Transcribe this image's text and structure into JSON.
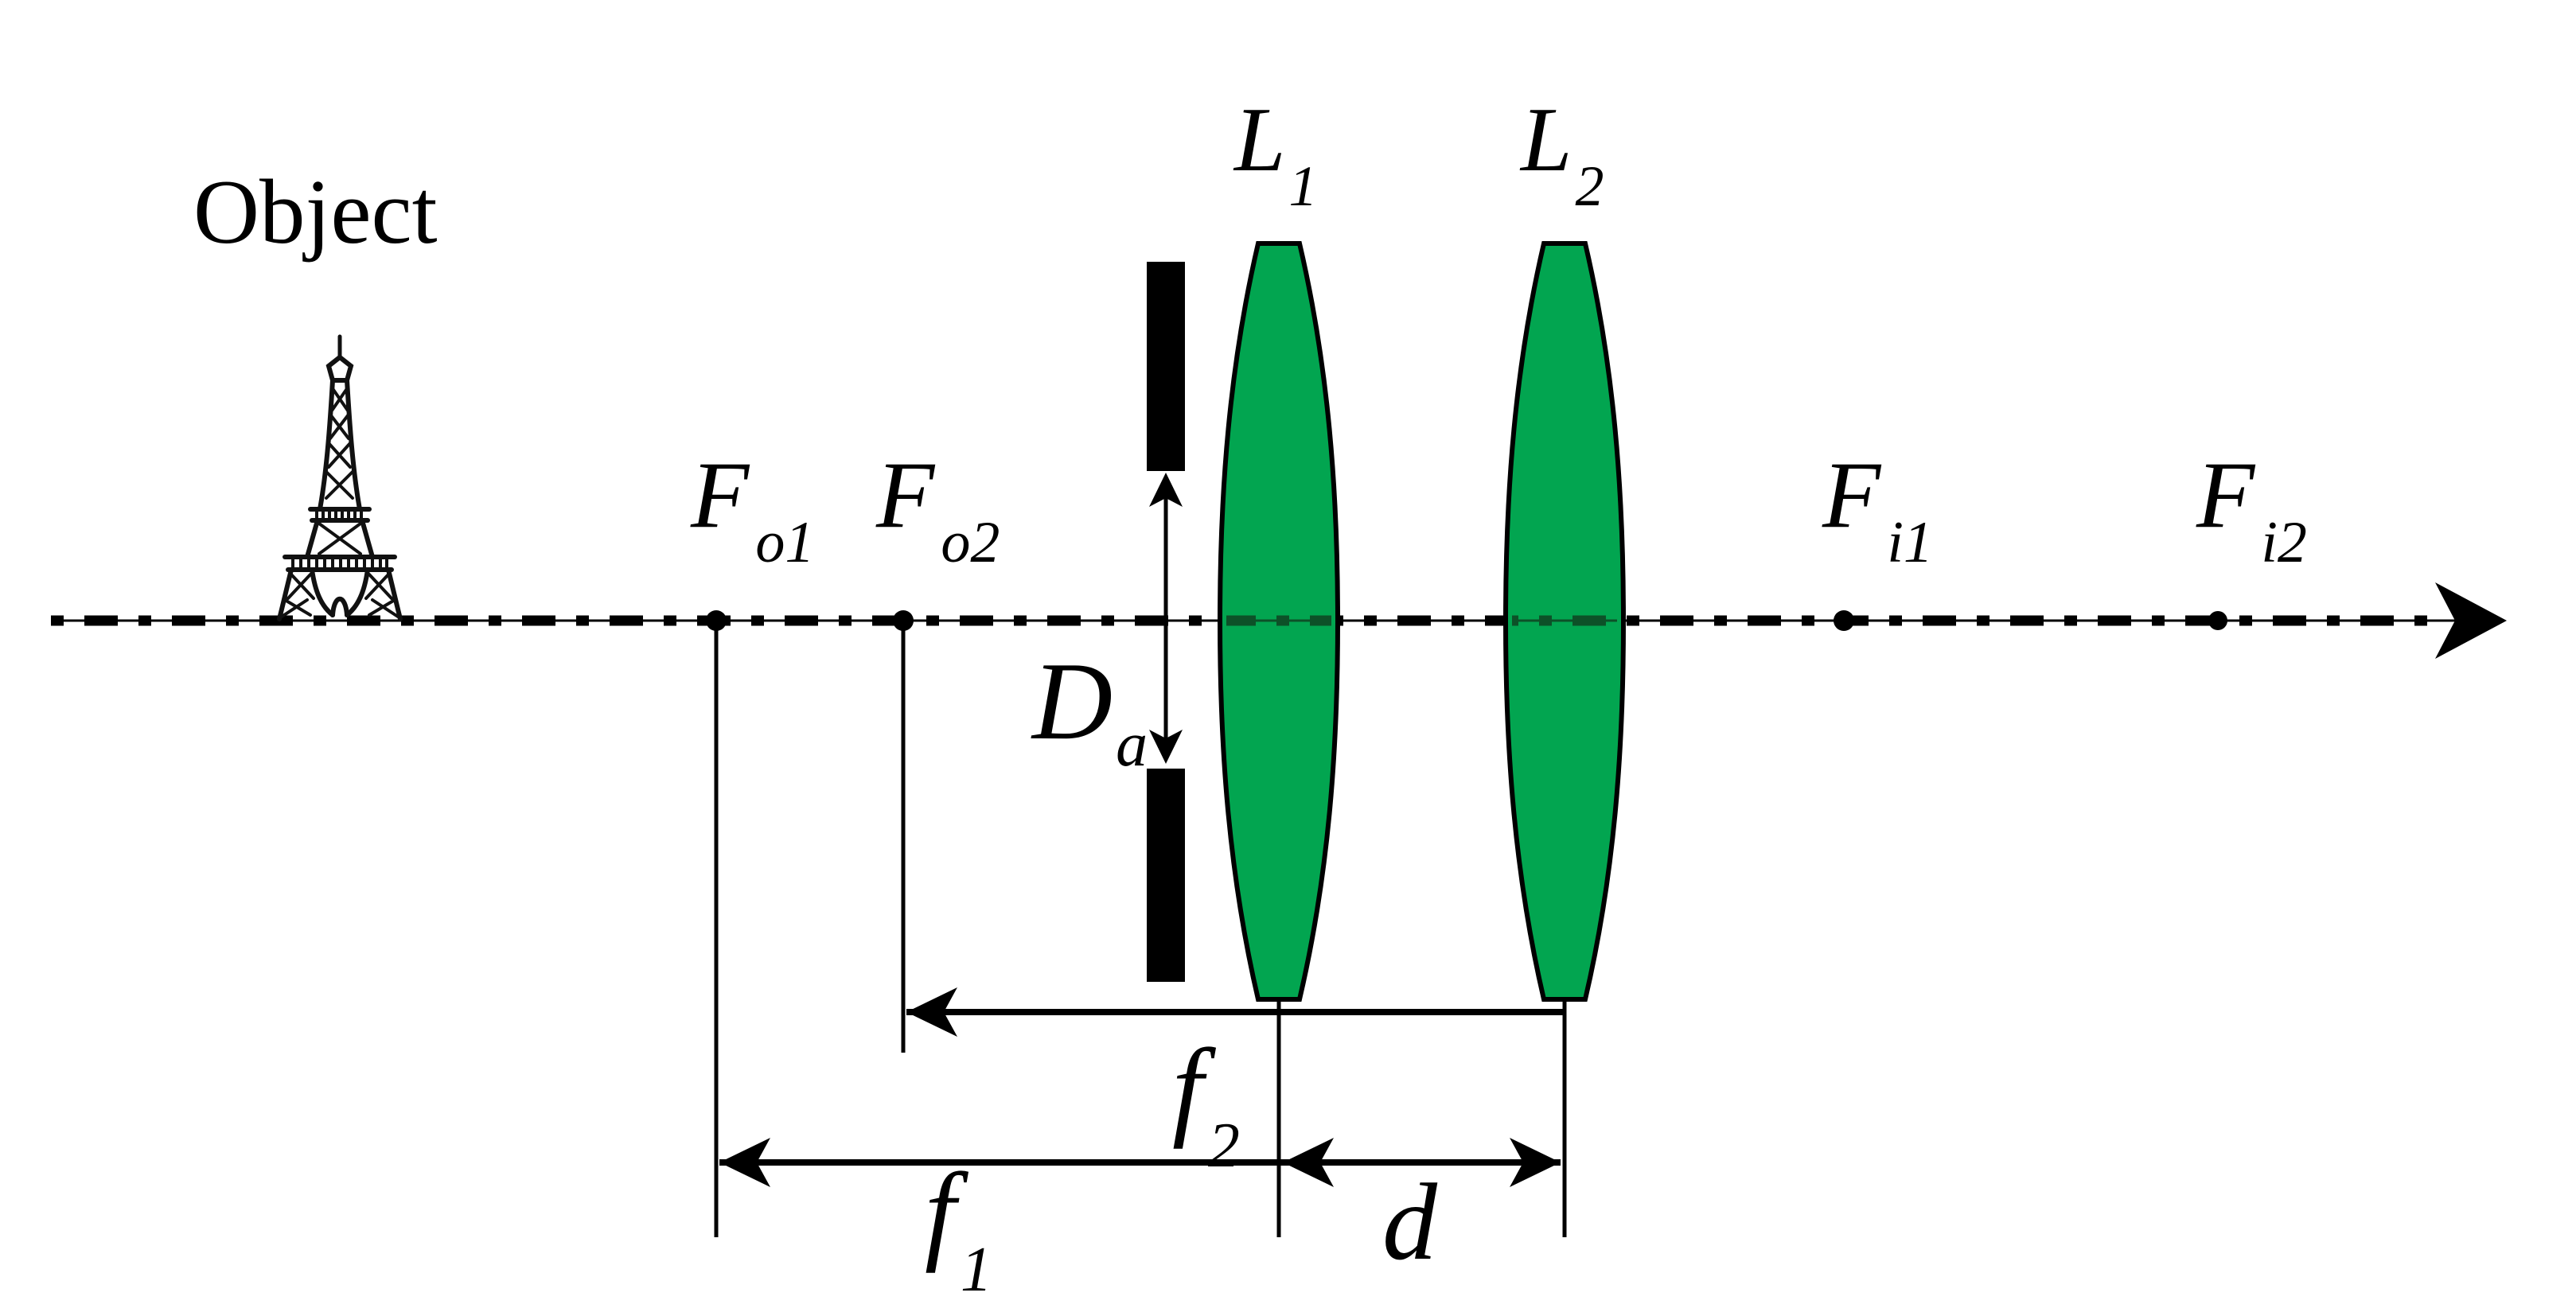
{
  "figure": {
    "object_label": "Object",
    "labels": {
      "f_o1": {
        "main": "F",
        "sub": "o1"
      },
      "f_o2": {
        "main": "F",
        "sub": "o2"
      },
      "f_i1": {
        "main": "F",
        "sub": "i1"
      },
      "f_i2": {
        "main": "F",
        "sub": "i2"
      },
      "lens1": {
        "main": "L",
        "sub": "1"
      },
      "lens2": {
        "main": "L",
        "sub": "2"
      },
      "aperture_diameter": {
        "main": "D",
        "sub": "a"
      },
      "focal_length_1": {
        "main": "f",
        "sub": "1"
      },
      "focal_length_2": {
        "main": "f",
        "sub": "2"
      },
      "lens_separation": {
        "main": "d"
      }
    },
    "colors": {
      "background": "#FFFFFF",
      "ink": "#000000",
      "lens_fill": "#02A550",
      "axis_dash_on_lens": "#0D5128"
    }
  }
}
